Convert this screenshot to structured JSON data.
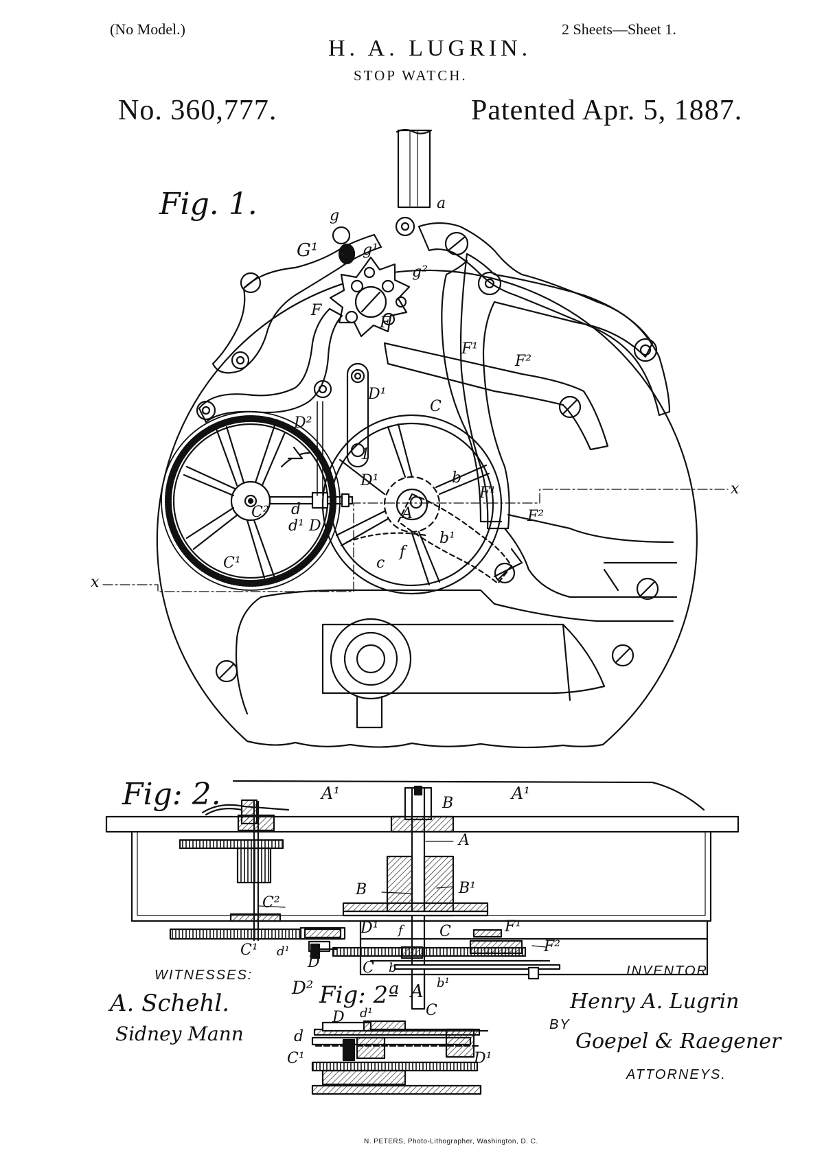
{
  "header": {
    "no_model": "(No Model.)",
    "sheets": "2 Sheets—Sheet 1.",
    "inventor_name": "H. A. LUGRIN.",
    "title": "STOP WATCH.",
    "patent_number": "No. 360,777.",
    "patent_date": "Patented Apr. 5, 1887."
  },
  "figures": {
    "fig1": "Fig. 1.",
    "fig2": "Fig: 2.",
    "fig2a": "Fig: 2ª"
  },
  "fig1_labels": {
    "a": "a",
    "g": "g",
    "G1": "G¹",
    "g1": "g¹",
    "g2": "g²",
    "F": "F",
    "F_b": "F",
    "F1": "F¹",
    "F2": "F²",
    "D1": "D¹",
    "C": "C",
    "D2": "D²",
    "D1b": "D¹",
    "b": "b",
    "F1b": "F¹",
    "x_right": "x",
    "x_left": "x",
    "C2": "C²",
    "A": "A",
    "d": "d",
    "d1": "d¹",
    "D": "D",
    "b1": "b¹",
    "f": "f",
    "C1": "C¹",
    "c": "c",
    "F2b": "F²",
    "one": "1"
  },
  "fig2_labels": {
    "A1a": "A¹",
    "A1b": "A¹",
    "B": "B",
    "A": "A",
    "B_2": "B",
    "B1": "B¹",
    "C2": "C²",
    "D1": "D¹",
    "f": "f",
    "C": "C",
    "F1": "F¹",
    "C1": "C¹",
    "d1": "d¹",
    "D": "D",
    "F2": "F²",
    "C_b": "C",
    "b": "b",
    "D2": "D²",
    "A_bot": "A",
    "b1": "b¹"
  },
  "fig2a_labels": {
    "D": "D",
    "d1": "d¹",
    "C": "C",
    "d": "d",
    "C1": "C¹",
    "D1": "D¹"
  },
  "signatures": {
    "witnesses_label": "WITNESSES:",
    "witness1": "A. Schehl.",
    "witness2": "Sidney Mann",
    "inventor_label": "INVENTOR",
    "inventor_sig": "Henry A. Lugrin",
    "by": "BY",
    "attorneys_sig": "Goepel & Raegener",
    "attorneys_label": "ATTORNEYS."
  },
  "footer": "N. PETERS, Photo-Lithographer, Washington, D. C."
}
